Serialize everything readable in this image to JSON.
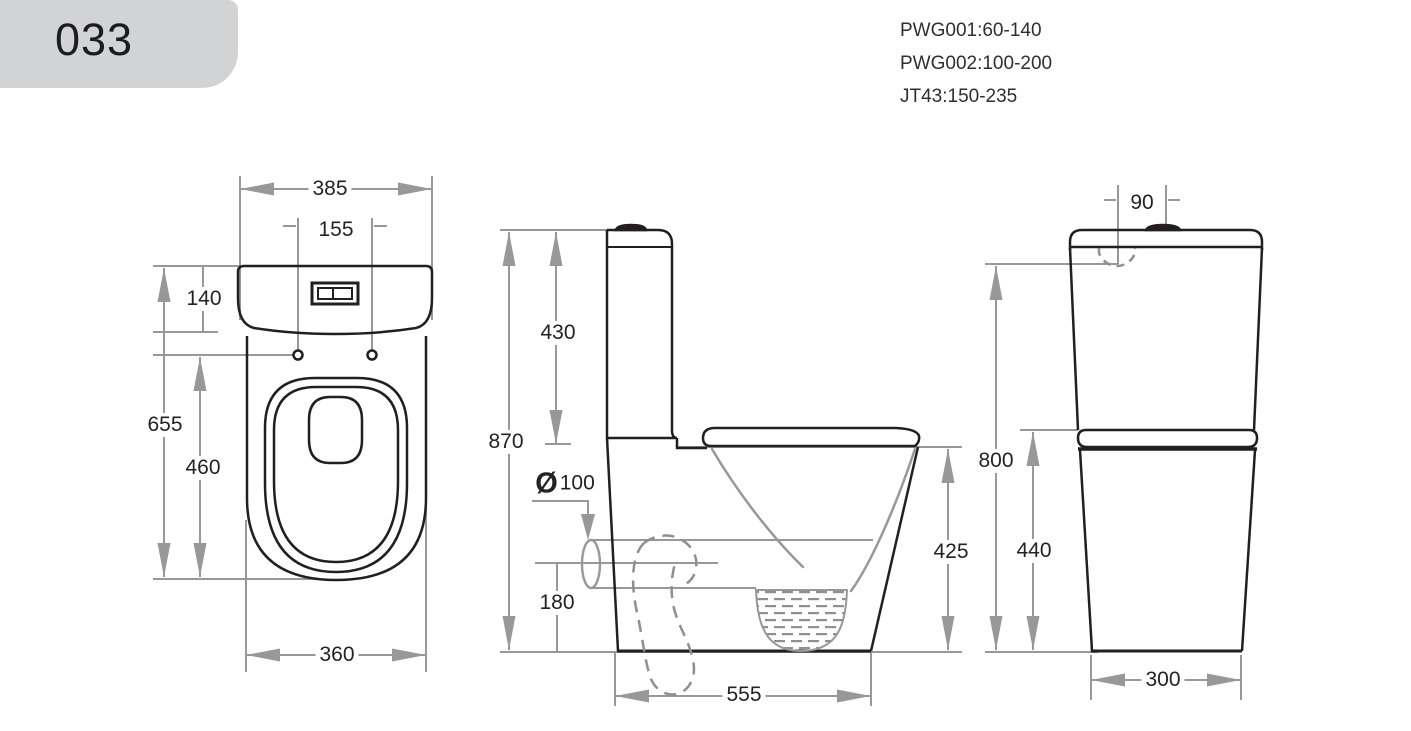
{
  "title": "033",
  "product_codes": [
    "PWG001:60-140",
    "PWG002:100-200",
    "JT43:150-235"
  ],
  "views": {
    "front": {
      "dims": {
        "overall_width": "385",
        "hinge_spacing": "155",
        "cistern_height": "140",
        "overall_height": "655",
        "seat_height": "460",
        "base_width": "360"
      }
    },
    "side": {
      "dims": {
        "cistern_top_to_pan": "430",
        "overall_height": "870",
        "outlet_diameter_symbol": "Ø",
        "outlet_diameter": "100",
        "outlet_center_height": "180",
        "pan_height": "425",
        "base_depth": "555"
      }
    },
    "rear": {
      "dims": {
        "inlet_offset": "90",
        "inlet_height": "800",
        "pan_height": "440",
        "base_width": "300"
      }
    }
  },
  "colors": {
    "dimension_gray": "#97989a",
    "outline_black": "#231f20",
    "title_box_bg": "#d2d3d5"
  }
}
